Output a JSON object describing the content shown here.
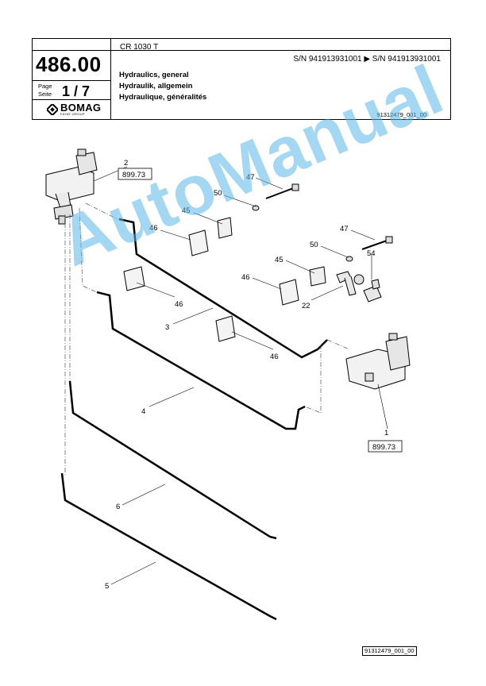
{
  "header": {
    "number": "486.00",
    "page_label": "Page",
    "seite_label": "Seite",
    "page": "1 / 7",
    "logo": "BOMAG",
    "logo_sub": "FAYAT GROUP",
    "model": "CR 1030 T",
    "serial_range": "S/N 941913931001  ▶  S/N 941913931001",
    "title_en": "Hydraulics, general",
    "title_de": "Hydraulik, allgemein",
    "title_fr": "Hydraulique, généralités",
    "drawing_id": "91312479_001_00"
  },
  "callouts": {
    "c1": "1",
    "c2": "2",
    "c3": "3",
    "c4": "4",
    "c5": "5",
    "c6": "6",
    "c22": "22",
    "c45a": "45",
    "c45b": "45",
    "c46a": "46",
    "c46b": "46",
    "c46c": "46",
    "c46d": "46",
    "c47a": "47",
    "c47b": "47",
    "c50a": "50",
    "c50b": "50",
    "c54": "54",
    "ref_top": "899.73",
    "ref_bottom": "899.73"
  },
  "footer": {
    "drawing_id": "91312479_001_00"
  },
  "watermark": "AutoManual"
}
